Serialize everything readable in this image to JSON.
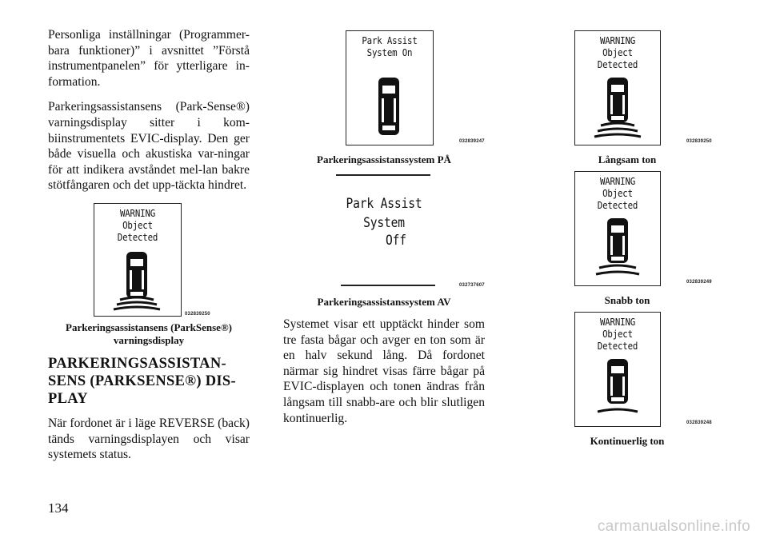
{
  "col1": {
    "para1": "Personliga inställningar (Programmer-bara funktioner)” i avsnittet ”Förstå instrumentpanelen” för ytterligare in-formation.",
    "para2": "Parkeringsassistansens (Park-Sense®) varningsdisplay sitter i kom-biinstrumentets EVIC-display. Den ger både visuella och akustiska var-ningar för att indikera avståndet mel-lan bakre stötfångaren och det upp-täckta hindret.",
    "figure": {
      "display_lines": [
        "WARNING",
        "Object",
        "Detected"
      ],
      "code": "032839250",
      "caption": "Parkeringsassistansens (ParkSense®) varningsdisplay"
    },
    "heading": "PARKERINGSASSISTAN-SENS (PARKSENSE®) DIS-PLAY",
    "para3": "När fordonet är i läge REVERSE (back) tänds varningsdisplayen och visar systemets status."
  },
  "col2": {
    "figure_on": {
      "display_lines": [
        "Park Assist",
        "System On"
      ],
      "code": "032839247",
      "caption": "Parkeringsassistanssystem PÅ"
    },
    "figure_off": {
      "display_lines": [
        "Park Assist",
        "System",
        "Off"
      ],
      "code": "032737607",
      "caption": "Parkeringsassistanssystem AV"
    },
    "para": "Systemet visar ett upptäckt hinder som tre fasta bågar och avger en ton som är en halv sekund lång. Då fordonet närmar sig hindret visas färre bågar på EVIC-displayen och tonen ändras från långsam till snabb-are och blir slutligen kontinuerlig."
  },
  "col3": {
    "figures": [
      {
        "display_lines": [
          "WARNING",
          "Object",
          "Detected"
        ],
        "code": "032839250",
        "caption": "Långsam ton",
        "arcs": 3
      },
      {
        "display_lines": [
          "WARNING",
          "Object",
          "Detected"
        ],
        "code": "032839249",
        "caption": "Snabb ton",
        "arcs": 2
      },
      {
        "display_lines": [
          "WARNING",
          "Object",
          "Detected"
        ],
        "code": "032839248",
        "caption": "Kontinuerlig ton",
        "arcs": 1
      }
    ]
  },
  "page_number": "134",
  "watermark": "carmanualsonline.info"
}
